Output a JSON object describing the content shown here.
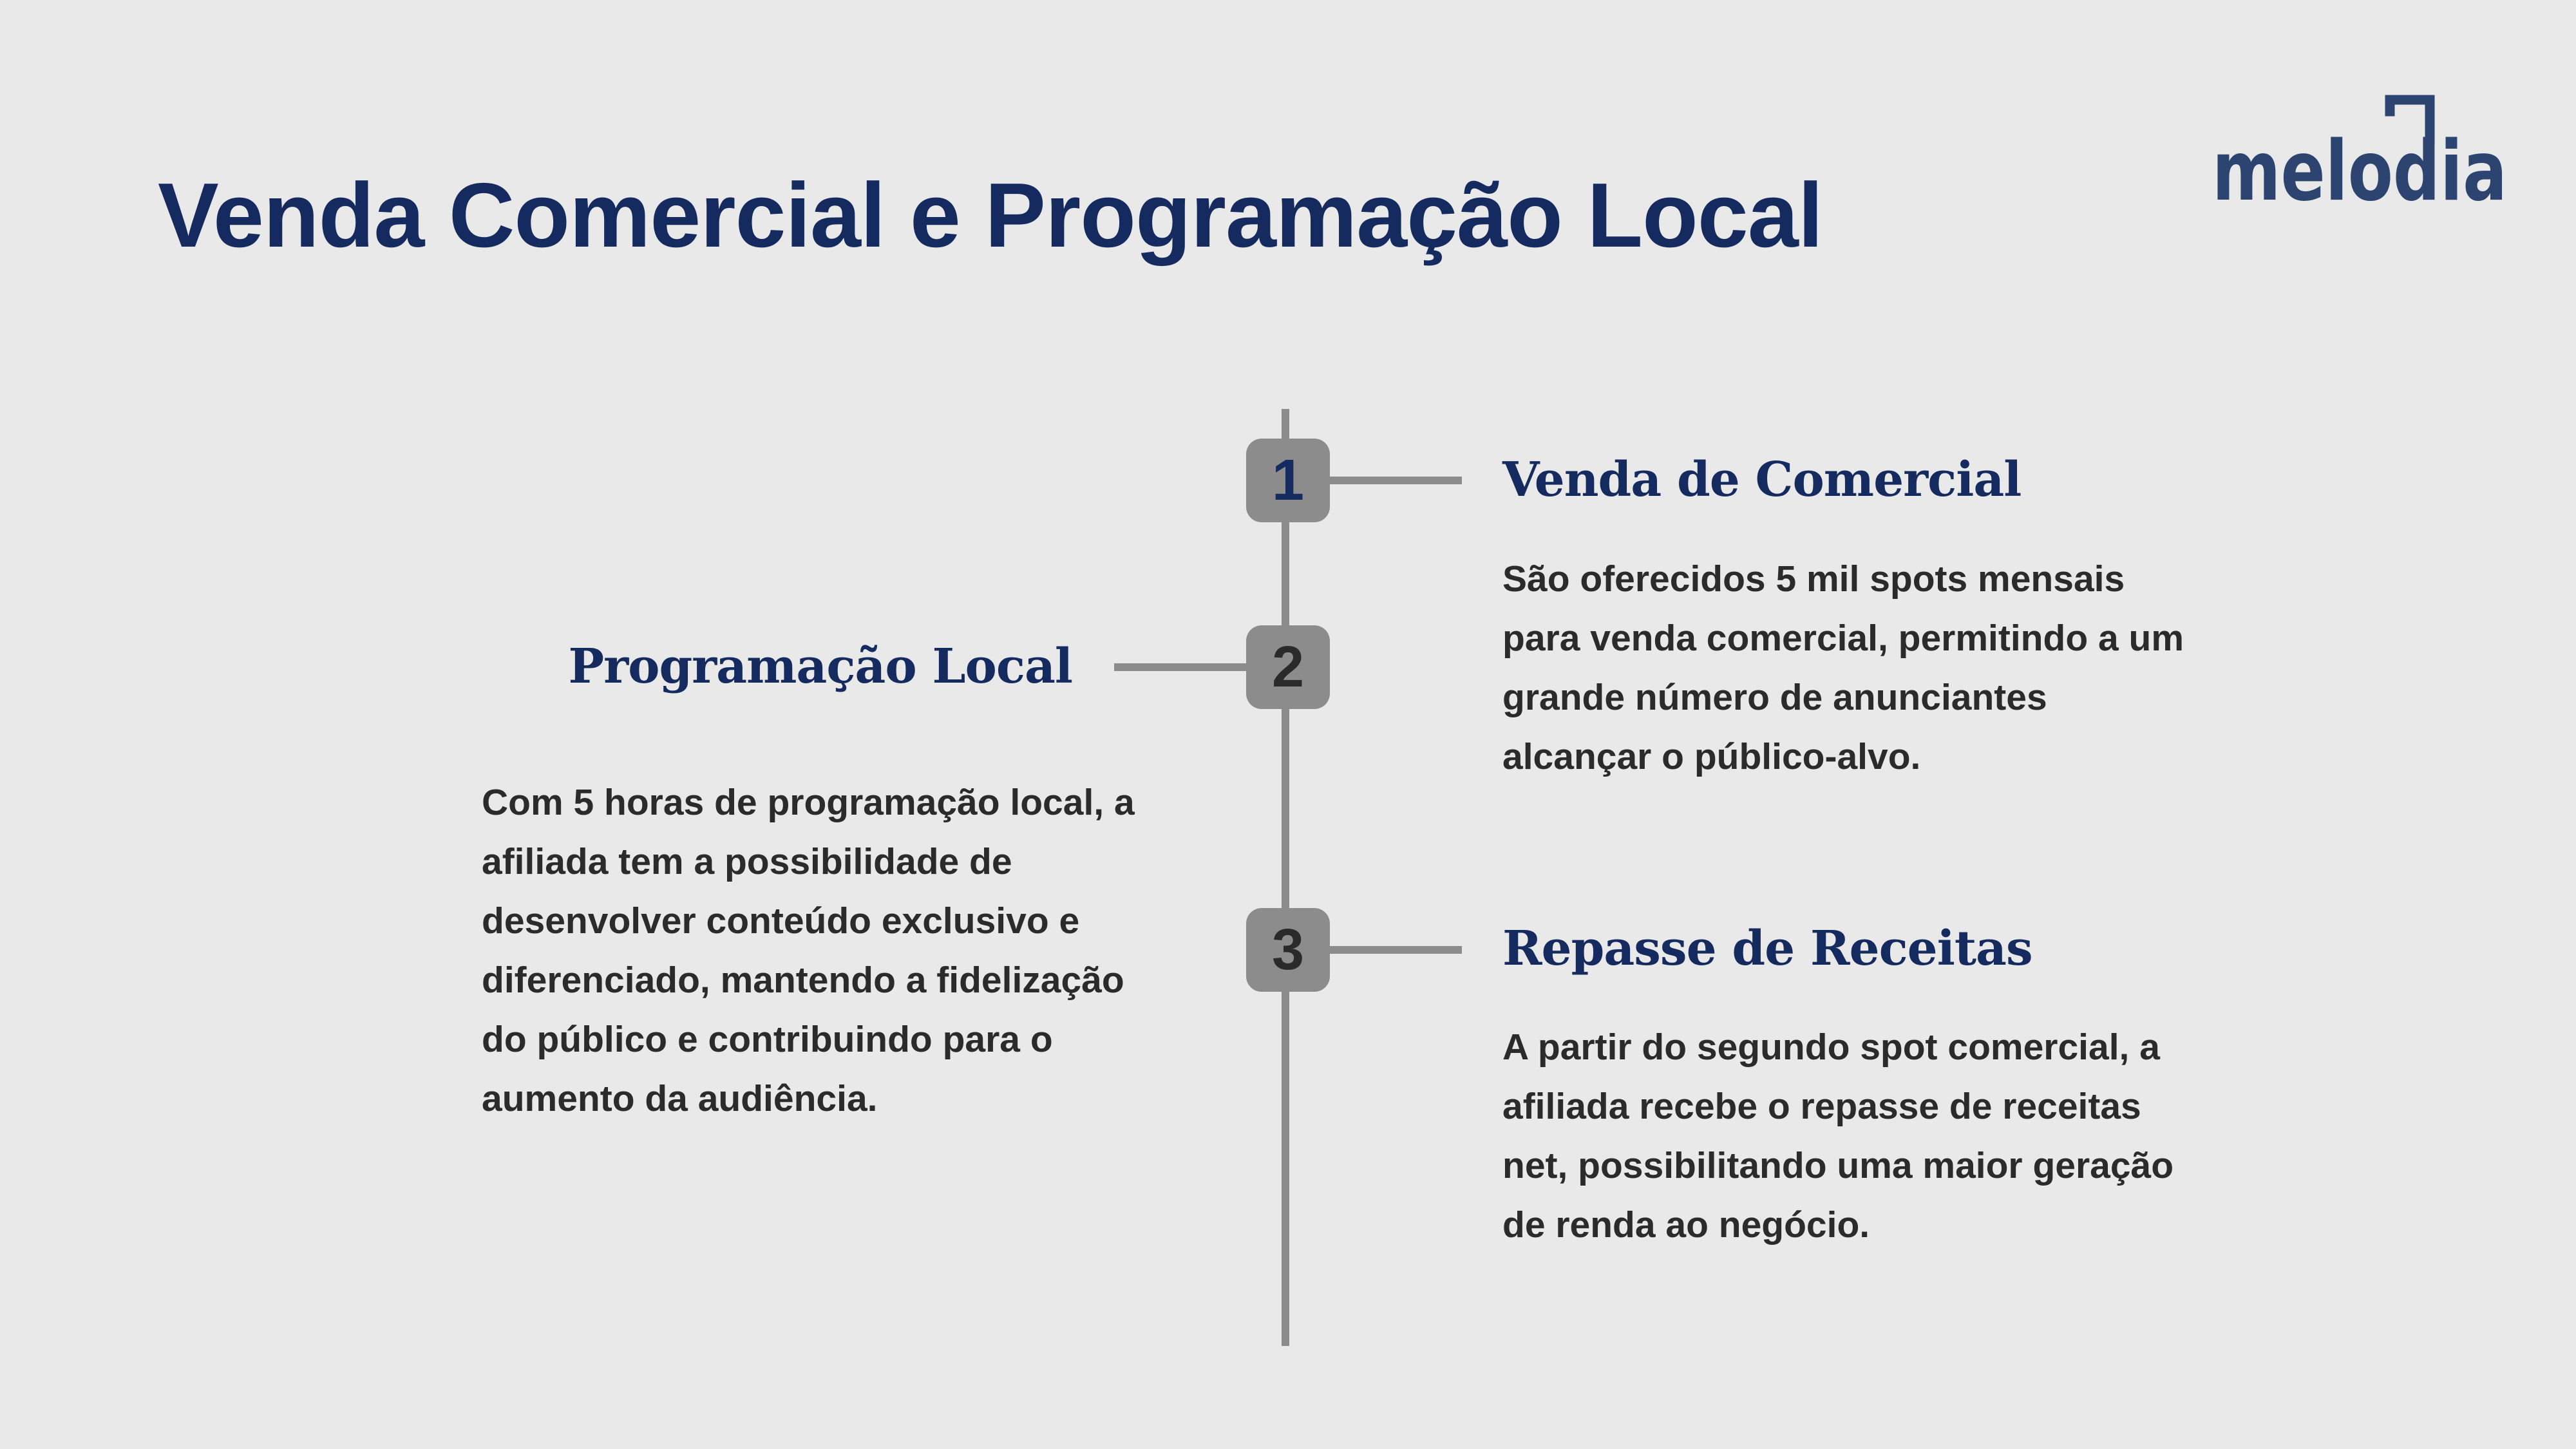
{
  "title": "Venda Comercial e Programação Local",
  "logo": {
    "text": "melodia",
    "color": "#2e4470"
  },
  "colors": {
    "background": "#e9e9e9",
    "accent": "#152a5e",
    "line": "#8c8c8c",
    "text": "#2b2b2b"
  },
  "items": [
    {
      "number": "1",
      "heading": "Venda de Comercial",
      "text": "São oferecidos 5 mil spots mensais\npara venda comercial, permitindo a um\ngrande número de anunciantes\nalcançar o público-alvo."
    },
    {
      "number": "2",
      "heading": "Programação Local",
      "text": "Com 5 horas de programação local, a\nafiliada tem a possibilidade de\ndesenvolver  conteúdo exclusivo e\ndiferenciado, mantendo a fidelização\ndo público e contribuindo para o\naumento da audiência."
    },
    {
      "number": "3",
      "heading": "Repasse de Receitas",
      "text": "A partir do segundo spot comercial, a\nafiliada recebe o repasse de receitas\nnet, possibilitando uma maior geração\nde renda ao negócio."
    }
  ]
}
